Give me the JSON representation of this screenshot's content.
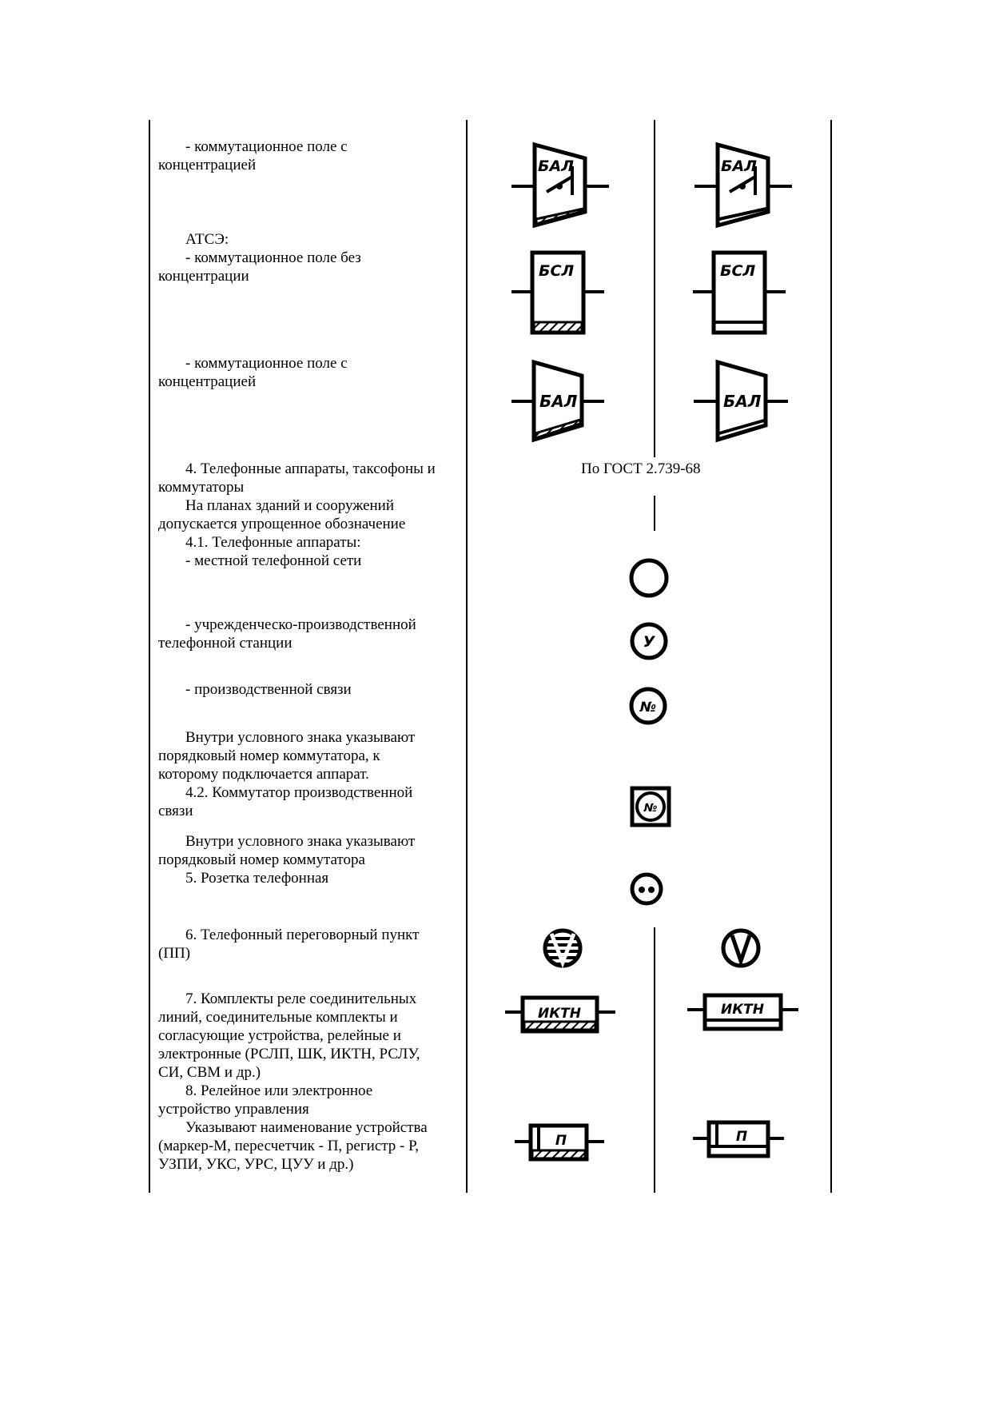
{
  "rows": {
    "switching_field_conc_1": [
      "- коммутационное поле с",
      "концентрацией"
    ],
    "atse_heading": "АТСЭ:",
    "switching_field_noconc": [
      "- коммутационное поле без",
      "концентрации"
    ],
    "switching_field_conc_2": [
      "- коммутационное поле с",
      "концентрацией"
    ],
    "item4": [
      "4. Телефонные аппараты, таксофоны и",
      "коммутаторы",
      "На планах зданий и сооружений",
      "допускается упрощенное обозначение",
      "4.1. Телефонные аппараты:",
      "- местной телефонной сети"
    ],
    "item4_gost": "По  ГОСТ 2.739-68",
    "office_station": [
      "- учрежденческо-производственной",
      "телефонной станции"
    ],
    "industrial_link": "- производственной связи",
    "note_number": [
      "Внутри условного знака указывают",
      "порядковый номер коммутатора, к",
      "которому подключается аппарат.",
      "4.2. Коммутатор производственной",
      "связи"
    ],
    "note_switchboard": [
      "Внутри условного знака указывают",
      "порядковый номер коммутатора",
      "5. Розетка телефонная"
    ],
    "item6": [
      "6. Телефонный переговорный пункт",
      "(ПП)"
    ],
    "item7": [
      "7. Комплекты реле соединительных",
      "линий, соединительные комплекты и",
      "согласующие устройства, релейные и",
      "электронные (РСЛП, ШК, ИКТН, РСЛУ,",
      "СИ, СВМ и др.)",
      "8. Релейное или электронное",
      "устройство управления",
      "Указывают наименование устройства",
      "(маркер-М, пересчетчик - П, регистр - Р,",
      "УЗПИ, УКС, УРС, ЦУУ и др.)"
    ]
  },
  "symbols": {
    "bal": "БАЛ",
    "bsl": "БСЛ",
    "u": "У",
    "num": "№",
    "iktn": "ИКТН",
    "p": "П"
  }
}
